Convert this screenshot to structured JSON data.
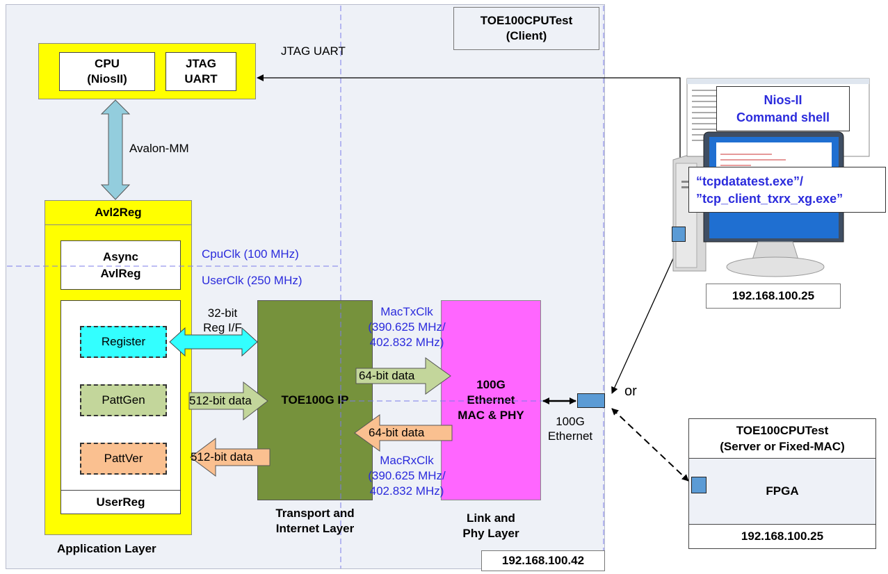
{
  "fpga_board": {
    "title_line1": "TOE100CPUTest",
    "title_line2": "(Client)",
    "ip": "192.168.100.42"
  },
  "cpu_block": {
    "cpu_line1": "CPU",
    "cpu_line2": "(NiosII)",
    "jtag_line1": "JTAG",
    "jtag_line2": "UART"
  },
  "labels": {
    "jtag_uart": "JTAG UART",
    "avalon_mm": "Avalon-MM",
    "cpu_clk": "CpuClk (100 MHz)",
    "user_clk": "UserClk (250 MHz)",
    "reg_if_line1": "32-bit",
    "reg_if_line2": "Reg I/F",
    "mac_tx_clk_line1": "MacTxClk",
    "mac_tx_clk_line2": "(390.625 MHz/",
    "mac_tx_clk_line3": "402.832 MHz)",
    "mac_rx_clk_line1": "MacRxClk",
    "mac_rx_clk_line2": "(390.625 MHz/",
    "mac_rx_clk_line3": "402.832 MHz)",
    "eth_line1": "100G",
    "eth_line2": "Ethernet",
    "or": "or"
  },
  "app_layer": {
    "avl2reg": "Avl2Reg",
    "async_line1": "Async",
    "async_line2": "AvlReg",
    "register": "Register",
    "pattgen": "PattGen",
    "pattver": "PattVer",
    "userreg": "UserReg",
    "caption": "Application Layer"
  },
  "arrows": {
    "tx_data_512": "512-bit data",
    "rx_data_512": "512-bit data",
    "tx_data_64": "64-bit data",
    "rx_data_64": "64-bit data"
  },
  "toe_ip": {
    "label": "TOE100G IP",
    "caption_line1": "Transport and",
    "caption_line2": "Internet Layer"
  },
  "mac_block": {
    "line1": "100G",
    "line2": "Ethernet",
    "line3": "MAC & PHY",
    "caption_line1": "Link and",
    "caption_line2": "Phy Layer"
  },
  "pc": {
    "nios_line1": "Nios-II",
    "nios_line2": "Command shell",
    "exe_line1": "“tcpdatatest.exe”/",
    "exe_line2": "”tcp_client_txrx_xg.exe”",
    "ip": "192.168.100.25"
  },
  "server": {
    "title_line1": "TOE100CPUTest",
    "title_line2": "(Server or Fixed-MAC)",
    "fpga": "FPGA",
    "ip": "192.168.100.25"
  },
  "colors": {
    "board_bg": "#eef1f7",
    "yellow": "#ffff00",
    "cyan": "#33ffff",
    "olive": "#76923c",
    "magenta": "#ff66ff",
    "green_light": "#c3d69b",
    "peach": "#fac090",
    "light_blue_arrow": "#93cddd",
    "port_blue": "#5b9bd5",
    "clock_blue": "#2b2bdc"
  }
}
